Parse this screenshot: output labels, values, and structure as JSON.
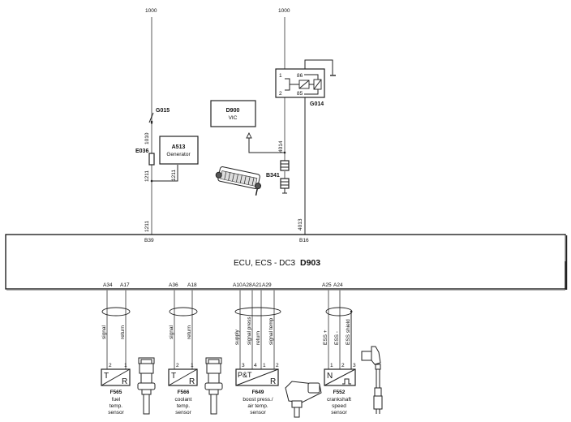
{
  "supply": {
    "left_label": "1000",
    "right_label": "1000"
  },
  "components": {
    "switch": {
      "id": "G015"
    },
    "fuse": {
      "id": "E036"
    },
    "generator": {
      "id": "A513",
      "name": "Generator"
    },
    "vic": {
      "id": "D900",
      "name": "VIC"
    },
    "relay": {
      "id": "G014",
      "pins": {
        "p1": "1",
        "p2": "2",
        "p86": "86",
        "p85": "85"
      }
    },
    "connector": {
      "id": "B341"
    },
    "ecu": {
      "title": "ECU, ECS - DC3",
      "id": "D903"
    }
  },
  "wires": {
    "w1010": "1010",
    "w1211_a": "1211",
    "w1211_gen": "1211",
    "w1211_b": "1211",
    "w4014": "4014",
    "w4013": "4013"
  },
  "ecu_pins_top": [
    "B39",
    "B16"
  ],
  "ecu_pins_bottom": [
    "A34",
    "A17",
    "A36",
    "A18",
    "A10",
    "A28",
    "A21",
    "A29",
    "A25",
    "A24"
  ],
  "sensors": [
    {
      "id": "F565",
      "desc": [
        "fuel",
        "temp.",
        "sensor"
      ],
      "symbol_left": "T",
      "symbol_right": "R",
      "wires": [
        "signal",
        "return"
      ],
      "pins": [
        "2",
        "1"
      ]
    },
    {
      "id": "F566",
      "desc": [
        "coolant",
        "temp.",
        "sensor"
      ],
      "symbol_left": "T",
      "symbol_right": "R",
      "wires": [
        "signal",
        "return"
      ],
      "pins": [
        "2",
        "1"
      ]
    },
    {
      "id": "F649",
      "desc": [
        "boost press./",
        "air temp.",
        "sensor"
      ],
      "symbol_left": "P&T",
      "symbol_right": "R",
      "wires": [
        "supply",
        "signal press",
        "return",
        "signal temp"
      ],
      "pins": [
        "3",
        "4",
        "1",
        "2"
      ]
    },
    {
      "id": "F552",
      "desc": [
        "crankshaft",
        "speed",
        "sensor"
      ],
      "symbol_left": "N",
      "symbol_right": "⎍",
      "wires": [
        "ESS +",
        "ESS -",
        "ESS shield"
      ],
      "pins": [
        "1",
        "2",
        "3"
      ]
    }
  ]
}
